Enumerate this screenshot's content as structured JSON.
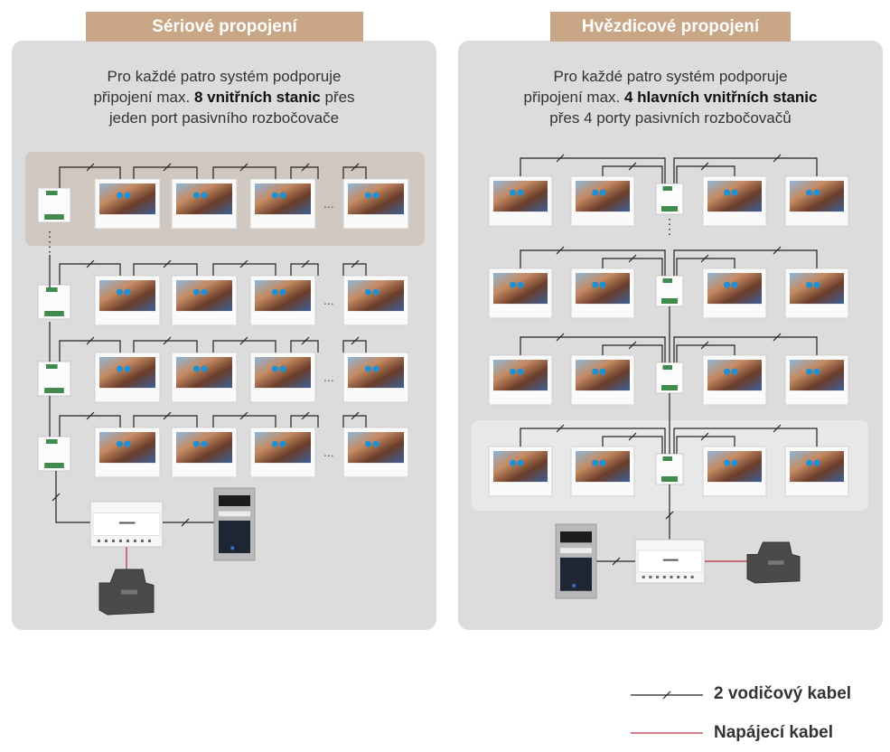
{
  "serial": {
    "title": "Sériové propojení",
    "desc_1": "Pro každé patro systém podporuje",
    "desc_2a": "připojení max. ",
    "desc_2b": "8 vnitřních stanic",
    "desc_2c": " přes",
    "desc_3": "jeden port pasivního rozbočovače",
    "ellipsis": "..."
  },
  "star": {
    "title": "Hvězdicové propojení",
    "desc_1": "Pro každé patro systém podporuje",
    "desc_2a": "připojení max. ",
    "desc_2b": "4 hlavních vnitřních stanic",
    "desc_3": "přes 4 porty pasivních rozbočovačů"
  },
  "legend": {
    "bus_cable": "2 vodičový kabel",
    "power_cable": "Napájecí kabel"
  },
  "colors": {
    "tab": "#c8a686",
    "panel": "#dcdcdc",
    "highlight_serial": "#d0c7c0",
    "highlight_star": "#e8e8e8",
    "power_line": "#b0303a",
    "bus_line": "#222222"
  }
}
